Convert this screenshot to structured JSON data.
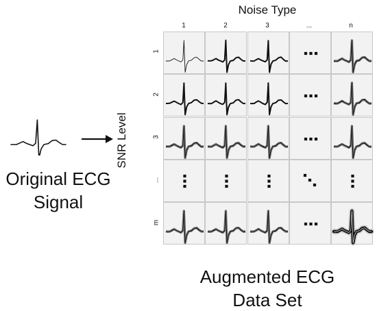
{
  "noise_type_title": "Noise Type",
  "snr_level_title": "SNR Level",
  "column_labels": [
    "1",
    "2",
    "3",
    "...",
    "n"
  ],
  "row_labels": [
    "1",
    "2",
    "3",
    "...",
    "m"
  ],
  "original_caption": [
    "Original ECG",
    "Signal"
  ],
  "augmented_caption": [
    "Augmented ECG",
    "Data Set"
  ],
  "grid": [
    [
      "ecg-clean",
      "ecg-noise-low",
      "ecg-noise-low",
      "ellipsis-horizontal",
      "ecg-noise-medium"
    ],
    [
      "ecg-noise-low",
      "ecg-noise-low",
      "ecg-noise-low",
      "ellipsis-horizontal",
      "ecg-noise-medium"
    ],
    [
      "ecg-noise-medium",
      "ecg-noise-medium",
      "ecg-noise-medium",
      "ellipsis-horizontal",
      "ecg-noise-medium"
    ],
    [
      "ellipsis-vertical",
      "ellipsis-vertical",
      "ellipsis-vertical",
      "ellipsis-diagonal",
      "ellipsis-vertical"
    ],
    [
      "ecg-noise-medium",
      "ecg-noise-medium",
      "ecg-noise-medium",
      "ellipsis-horizontal",
      "ecg-noise-high"
    ]
  ],
  "colors": {
    "trace": "#111111",
    "cell_background": "#f2f2f2",
    "cell_border": "#c8c8c8"
  }
}
